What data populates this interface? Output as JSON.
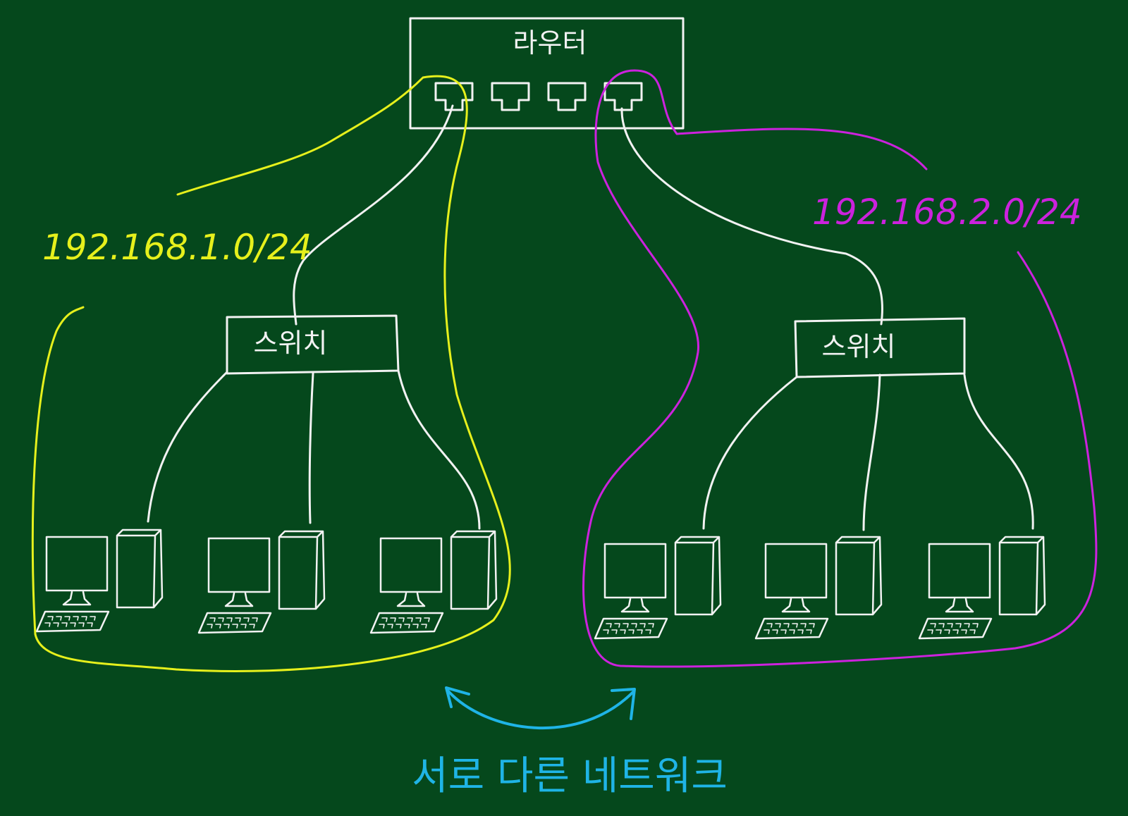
{
  "colors": {
    "background": "#05481c",
    "line": "#f2f2f2",
    "network_left": "#e6f01c",
    "network_right": "#cc22dd",
    "arrow": "#1fb4e6"
  },
  "router": {
    "label": "라우터",
    "port_count": 4
  },
  "network_left": {
    "cidr": "192.168.1.0/24",
    "switch_label": "스위치",
    "hosts": [
      {
        "kind": "pc"
      },
      {
        "kind": "pc"
      },
      {
        "kind": "pc"
      }
    ]
  },
  "network_right": {
    "cidr": "192.168.2.0/24",
    "switch_label": "스위치",
    "hosts": [
      {
        "kind": "pc"
      },
      {
        "kind": "pc"
      },
      {
        "kind": "pc"
      }
    ]
  },
  "caption": "서로 다른 네트워크",
  "icons": {
    "pc": "desktop-computer-icon",
    "arrow": "double-arrow-icon"
  }
}
